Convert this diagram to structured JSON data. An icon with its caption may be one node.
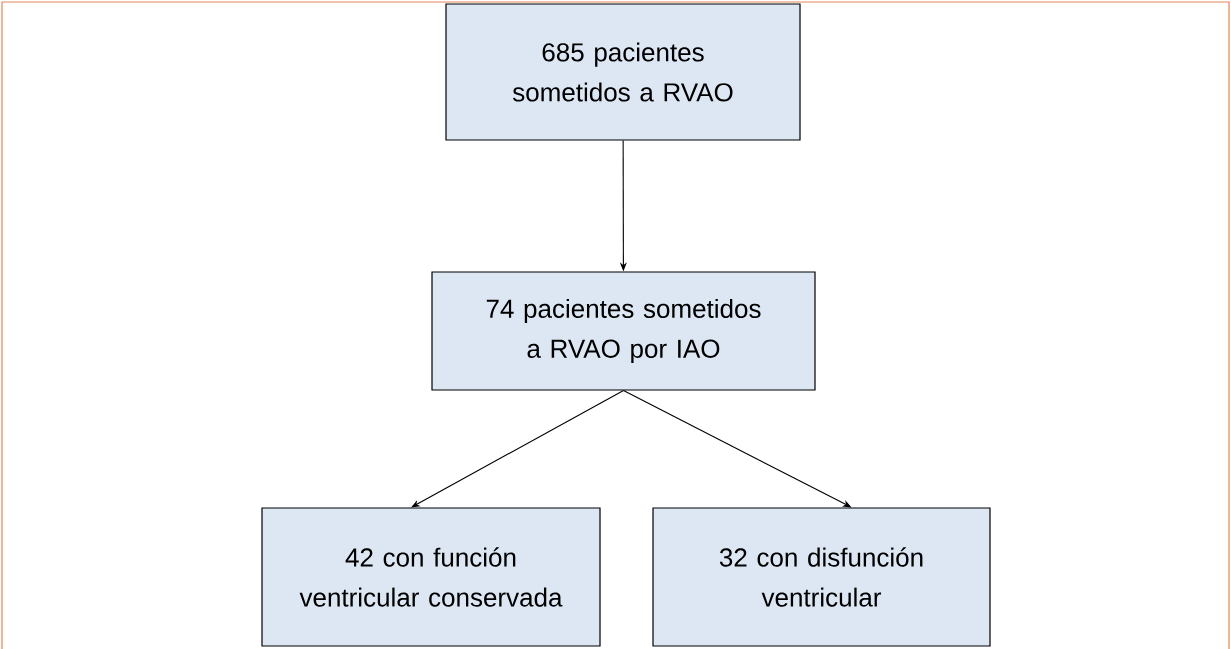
{
  "diagram": {
    "nodes": [
      {
        "text": [
          "685 pacientes sometidos a RVAO"
        ]
      },
      {
        "text": [
          "74 pacientes sometidos a RVAO por IAO"
        ]
      },
      {
        "text": [
          "42 con función ventricular conservada"
        ]
      },
      {
        "text": [
          "32 con disfunción ventricular"
        ]
      }
    ],
    "edges": [
      {
        "from": 0,
        "to": 1,
        "arrow": "to"
      },
      {
        "from": 1,
        "to": 2,
        "arrow": "to"
      },
      {
        "from": 1,
        "to": 3,
        "arrow": "to"
      }
    ]
  }
}
